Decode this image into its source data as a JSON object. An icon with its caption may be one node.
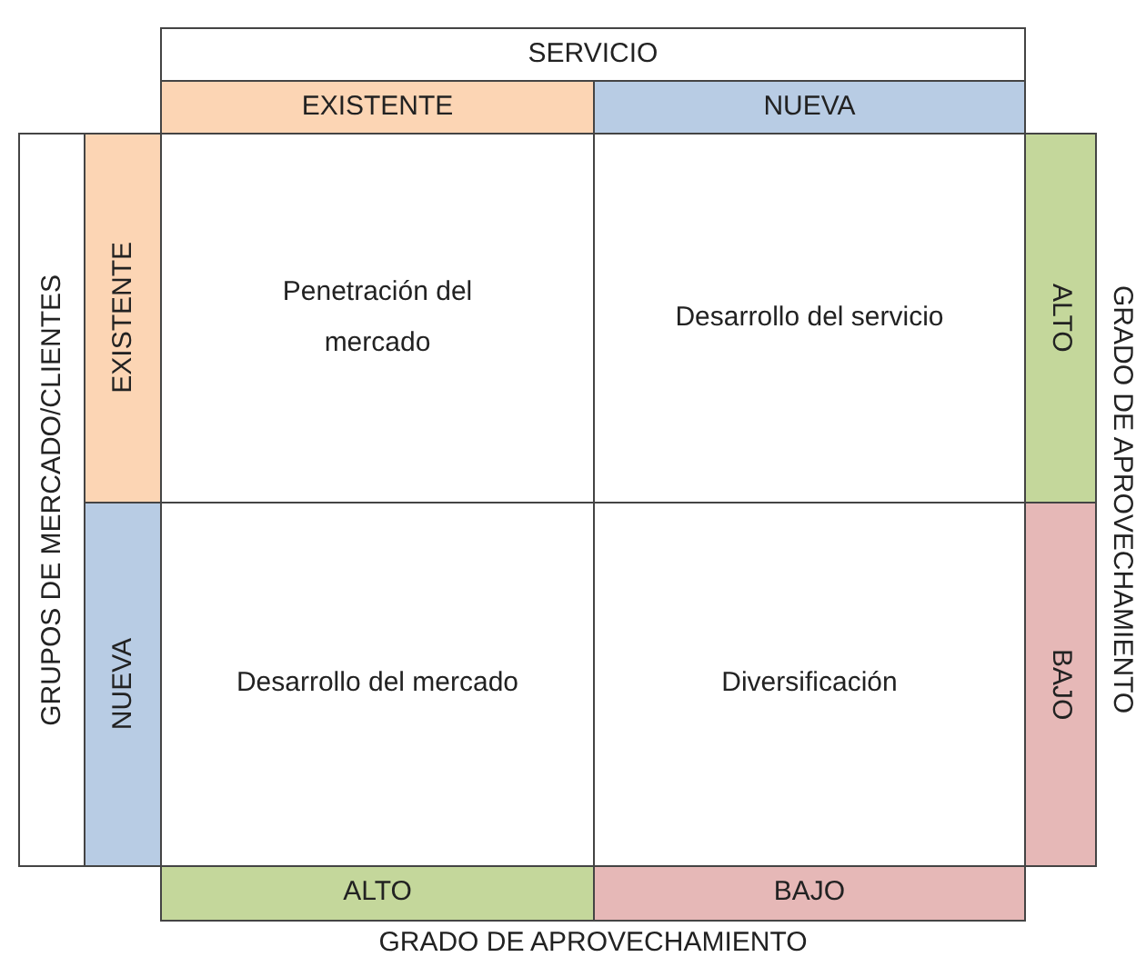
{
  "diagram": {
    "nodes": [
      {
        "text": [
          "SERVICIO"
        ]
      },
      {
        "text": [
          "EXISTENTE"
        ]
      },
      {
        "text": [
          "NUEVA"
        ]
      },
      {
        "text": [
          "GRUPOS DE MERCADO/CLIENTES"
        ]
      },
      {
        "text": [
          "EXISTENTE"
        ]
      },
      {
        "text": [
          "Penetración del mercado"
        ]
      },
      {
        "text": [
          "Desarrollo del servicio"
        ]
      },
      {
        "text": [
          "ALTO"
        ]
      },
      {
        "text": [
          "NUEVA"
        ]
      },
      {
        "text": [
          "Desarrollo del mercado"
        ]
      },
      {
        "text": [
          "Diversificación"
        ]
      },
      {
        "text": [
          "BAJO"
        ]
      },
      {
        "text": [
          "ALTO"
        ]
      },
      {
        "text": [
          "BAJO"
        ]
      }
    ],
    "labels": [
      "GRADO DE APROVECHAMIENTO",
      "GRADO DE APROVECHAMIENTO"
    ]
  }
}
